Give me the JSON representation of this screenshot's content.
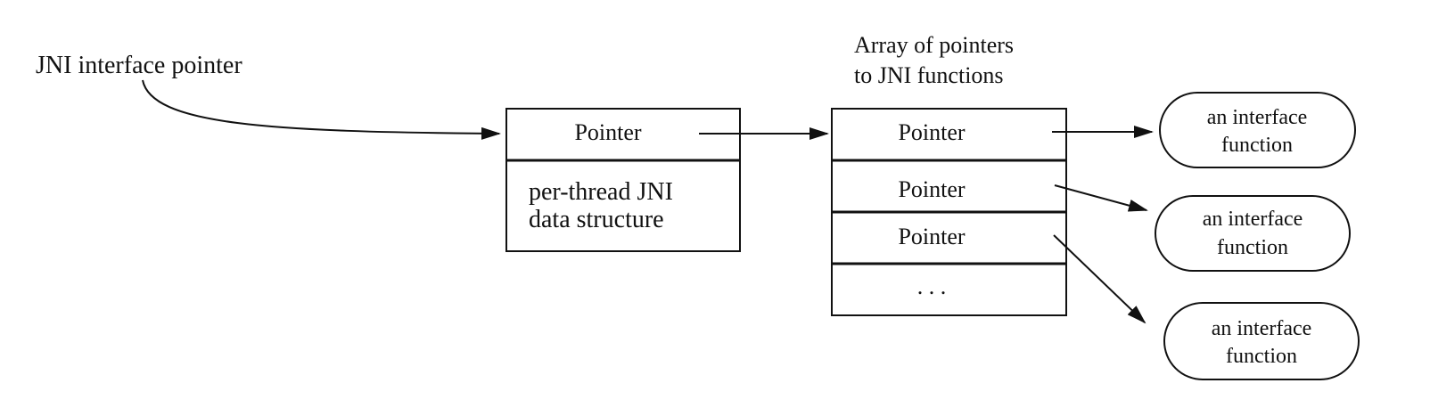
{
  "jni_pointer_label": "JNI interface pointer",
  "thread_block": {
    "pointer_label": "Pointer",
    "description_line1": "per-thread JNI",
    "description_line2": "data structure"
  },
  "function_table": {
    "caption_line1": "Array of pointers",
    "caption_line2": "to  JNI functions",
    "rows": [
      "Pointer",
      "Pointer",
      "Pointer"
    ],
    "ellipsis": ". . ."
  },
  "interface_functions": [
    {
      "line1": "an interface",
      "line2": "function"
    },
    {
      "line1": "an interface",
      "line2": "function"
    },
    {
      "line1": "an interface",
      "line2": "function"
    }
  ]
}
